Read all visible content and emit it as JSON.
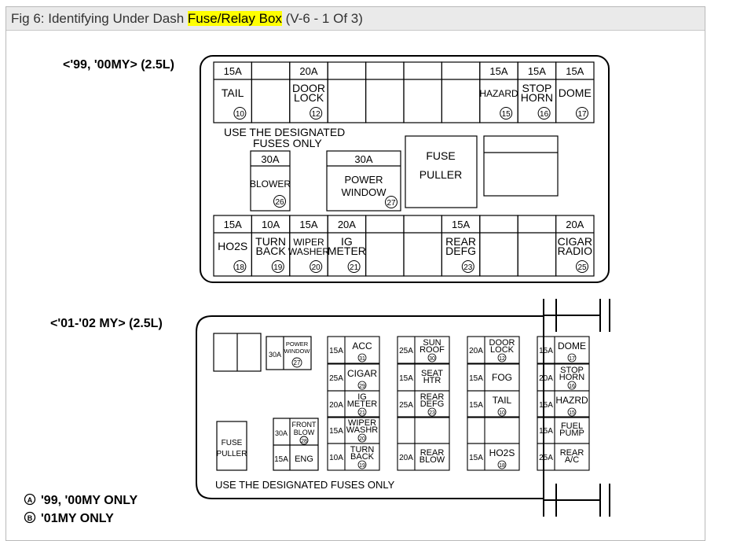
{
  "caption": {
    "prefix": "Fig 6: Identifying Under Dash ",
    "highlight": "Fuse/Relay Box",
    "suffix": " (V-6 - 1 Of 3)"
  },
  "headers": {
    "first": "<'99, '00MY> (2.5L)",
    "second": "<'01-'02 MY> (2.5L)"
  },
  "box1": {
    "top_row": [
      {
        "amp": "15A",
        "label": [
          "TAIL"
        ],
        "num": "10"
      },
      {
        "amp": "",
        "label": [],
        "num": ""
      },
      {
        "amp": "20A",
        "label": [
          "DOOR",
          "LOCK"
        ],
        "num": "12"
      },
      {
        "amp": "",
        "label": [],
        "num": ""
      },
      {
        "amp": "",
        "label": [],
        "num": ""
      },
      {
        "amp": "",
        "label": [],
        "num": ""
      },
      {
        "amp": "",
        "label": [],
        "num": ""
      },
      {
        "amp": "15A",
        "label": [
          "HAZARD"
        ],
        "num": "15"
      },
      {
        "amp": "15A",
        "label": [
          "STOP",
          "HORN"
        ],
        "num": "16"
      },
      {
        "amp": "15A",
        "label": [
          "DOME"
        ],
        "num": "17"
      }
    ],
    "bottom_row": [
      {
        "amp": "15A",
        "label": [
          "HO2S"
        ],
        "num": "18"
      },
      {
        "amp": "10A",
        "label": [
          "TURN",
          "BACK"
        ],
        "num": "19"
      },
      {
        "amp": "15A",
        "label": [
          "WIPER",
          "WASHER"
        ],
        "num": "20"
      },
      {
        "amp": "20A",
        "label": [
          "IG",
          "METER"
        ],
        "num": "21"
      },
      {
        "amp": "",
        "label": [],
        "num": ""
      },
      {
        "amp": "",
        "label": [],
        "num": ""
      },
      {
        "amp": "15A",
        "label": [
          "REAR",
          "DEFG"
        ],
        "num": "23"
      },
      {
        "amp": "",
        "label": [],
        "num": ""
      },
      {
        "amp": "",
        "label": [],
        "num": ""
      },
      {
        "amp": "20A",
        "label": [
          "CIGAR",
          "RADIO"
        ],
        "num": "25"
      }
    ],
    "warning_line1": "USE THE DESIGNATED",
    "warning_line2": "FUSES ONLY",
    "blower": {
      "amp": "30A",
      "label": "BLOWER",
      "num": "26"
    },
    "power_window": {
      "amp": "30A",
      "label1": "POWER",
      "label2": "WINDOW",
      "num": "27"
    },
    "fuse_puller": {
      "line1": "FUSE",
      "line2": "PULLER"
    }
  },
  "box2": {
    "power_window": {
      "amp": "30A",
      "label1": "POWER",
      "label2": "WINDOW",
      "num": "27"
    },
    "front_blow": {
      "amp": "30A",
      "label1": "FRONT",
      "label2": "BLOW",
      "num": "28"
    },
    "eng": {
      "amp": "15A",
      "label": "ENG"
    },
    "fuse_puller": {
      "line1": "FUSE",
      "line2": "PULLER"
    },
    "col1": [
      {
        "amp": "15A",
        "label": [
          "ACC"
        ],
        "num": "31"
      },
      {
        "amp": "25A",
        "label": [
          "CIGAR"
        ],
        "num": "29"
      },
      {
        "amp": "20A",
        "label": [
          "IG",
          "METER"
        ],
        "num": "21"
      },
      {
        "amp": "15A",
        "label": [
          "WIPER",
          "WASHR"
        ],
        "num": "20"
      },
      {
        "amp": "10A",
        "label": [
          "TURN",
          "BACK"
        ],
        "num": "19"
      }
    ],
    "col2": [
      {
        "amp": "25A",
        "label": [
          "SUN",
          "ROOF"
        ],
        "num": "30"
      },
      {
        "amp": "15A",
        "label": [
          "SEAT",
          "HTR"
        ],
        "num": ""
      },
      {
        "amp": "25A",
        "label": [
          "REAR",
          "DEFG"
        ],
        "num": "23"
      },
      {
        "amp": "",
        "label": [],
        "num": ""
      },
      {
        "amp": "20A",
        "label": [
          "REAR",
          "BLOW"
        ],
        "num": ""
      }
    ],
    "col3": [
      {
        "amp": "20A",
        "label": [
          "DOOR",
          "LOCK"
        ],
        "num": "12"
      },
      {
        "amp": "15A",
        "label": [
          "FOG"
        ],
        "num": ""
      },
      {
        "amp": "15A",
        "label": [
          "TAIL"
        ],
        "num": "10"
      },
      {
        "amp": "",
        "label": [],
        "num": ""
      },
      {
        "amp": "15A",
        "label": [
          "HO2S"
        ],
        "num": "18"
      }
    ],
    "col4": [
      {
        "amp": "15A",
        "label": [
          "DOME"
        ],
        "num": "17"
      },
      {
        "amp": "20A",
        "label": [
          "STOP",
          "HORN"
        ],
        "num": "16"
      },
      {
        "amp": "15A",
        "label": [
          "HAZRD"
        ],
        "num": "15"
      },
      {
        "amp": "15A",
        "label": [
          "FUEL",
          "PUMP"
        ],
        "num": ""
      },
      {
        "amp": "25A",
        "label": [
          "REAR",
          "A/C"
        ],
        "num": ""
      }
    ],
    "warning": "USE THE DESIGNATED FUSES ONLY"
  },
  "notes": [
    {
      "symbol": "A",
      "text": "'99, '00MY ONLY"
    },
    {
      "symbol": "B",
      "text": "'01MY ONLY"
    }
  ]
}
